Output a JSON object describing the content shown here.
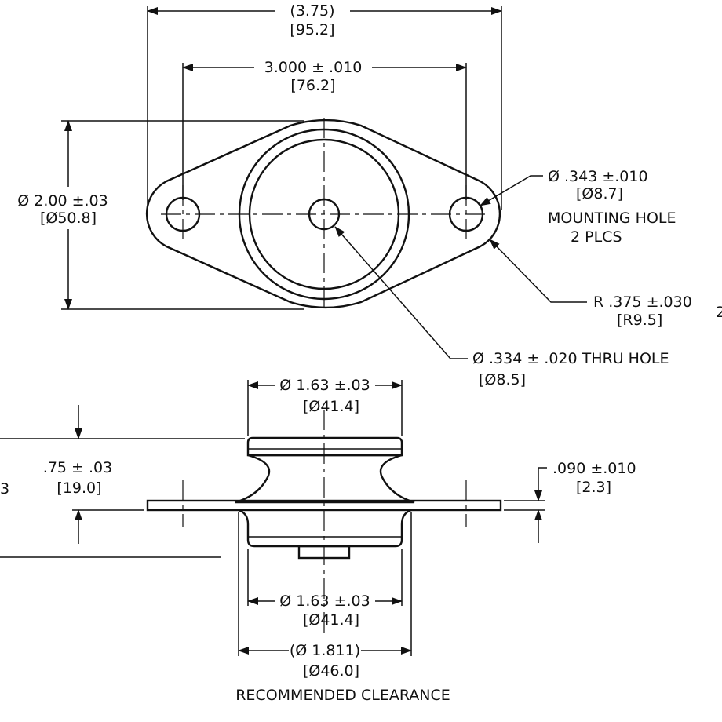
{
  "top_view": {
    "overall_width": "(3.75)",
    "overall_width_mm": "[95.2]",
    "hole_spacing": "3.000 ± .010",
    "hole_spacing_mm": "[76.2]",
    "height": "Ø 2.00 ±.03",
    "height_mm": "[Ø50.8]",
    "mounting_hole": "Ø .343 ±.010",
    "mounting_hole_mm": "[Ø8.7]",
    "mounting_hole_note_1": "MOUNTING HOLE",
    "mounting_hole_note_2": "2 PLCS",
    "flange_radius": "R .375 ±.030",
    "flange_radius_mm": "[R9.5]",
    "center_hole": "Ø .334 ± .020 THRU HOLE",
    "center_hole_mm": "[Ø8.5]",
    "edge_fragment": "2"
  },
  "side_view": {
    "top_diameter": "Ø 1.63 ±.03",
    "top_diameter_mm": "[Ø41.4]",
    "height": ".75 ± .03",
    "height_mm": "[19.0]",
    "left_fragment": "3",
    "flange_thickness": ".090 ±.010",
    "flange_thickness_mm": "[2.3]",
    "bottom_diameter": "Ø 1.63 ±.03",
    "bottom_diameter_mm": "[Ø41.4]",
    "clearance": "(Ø 1.811)",
    "clearance_mm": "[Ø46.0]",
    "clearance_note": "RECOMMENDED  CLEARANCE"
  }
}
